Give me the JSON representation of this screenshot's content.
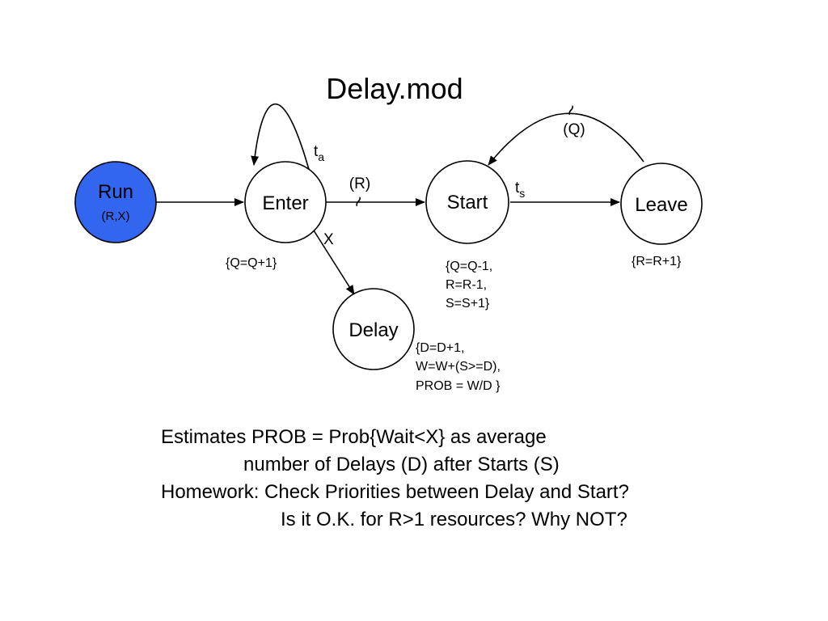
{
  "title": "Delay.mod",
  "colors": {
    "run_fill": "#3366ee",
    "node_fill": "#ffffff",
    "stroke": "#000000"
  },
  "nodes": {
    "run": {
      "label": "Run",
      "params": "(R,X)"
    },
    "enter": {
      "label": "Enter"
    },
    "start": {
      "label": "Start"
    },
    "leave": {
      "label": "Leave"
    },
    "delay": {
      "label": "Delay"
    }
  },
  "edges": {
    "self_loop": {
      "delay_base": "t",
      "delay_sub": "a"
    },
    "enter_start": {
      "condition": "(R)",
      "marker": "~"
    },
    "start_leave": {
      "delay_base": "t",
      "delay_sub": "s"
    },
    "leave_start": {
      "condition": "(Q)",
      "marker": "~"
    },
    "enter_delay": {
      "delay": "X"
    }
  },
  "state_changes": {
    "enter": "{Q=Q+1}",
    "start": [
      "{Q=Q-1,",
      "R=R-1,",
      "S=S+1}"
    ],
    "leave": "{R=R+1}",
    "delay": [
      "{D=D+1,",
      "W=W+(S>=D),",
      "PROB = W/D }"
    ]
  },
  "text_lines": [
    "Estimates PROB = Prob{Wait<X} as average",
    "number of Delays (D) after Starts (S)",
    "Homework: Check Priorities between Delay and Start?",
    "Is it O.K. for R>1 resources? Why NOT?"
  ]
}
